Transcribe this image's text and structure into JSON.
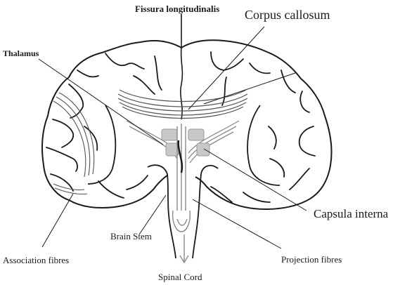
{
  "labels": {
    "fissura": "Fissura longitudinalis",
    "corpus": "Corpus callosum",
    "thalamus": "Thalamus",
    "capsula": "Capsula interna",
    "brain_stem": "Brain Stem",
    "association": "Association fibres",
    "projection": "Projection fibres",
    "spinal": "Spinal Cord"
  },
  "colors": {
    "ink": "#1a1a1a",
    "fibre": "#8a8a8a",
    "nuclei": "#c8c8c8"
  }
}
